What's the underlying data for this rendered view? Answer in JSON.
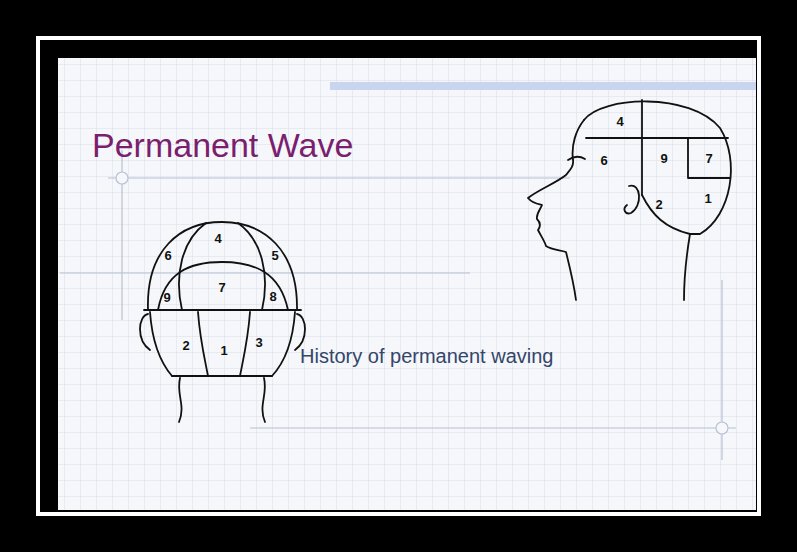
{
  "diagram": {
    "title": "Permanent Wave",
    "caption": "History of permanent waving",
    "labels": [
      "6",
      "4",
      "5",
      "9",
      "7",
      "8",
      "2",
      "1",
      "3",
      "4",
      "6",
      "9",
      "7",
      "1",
      "2"
    ]
  }
}
